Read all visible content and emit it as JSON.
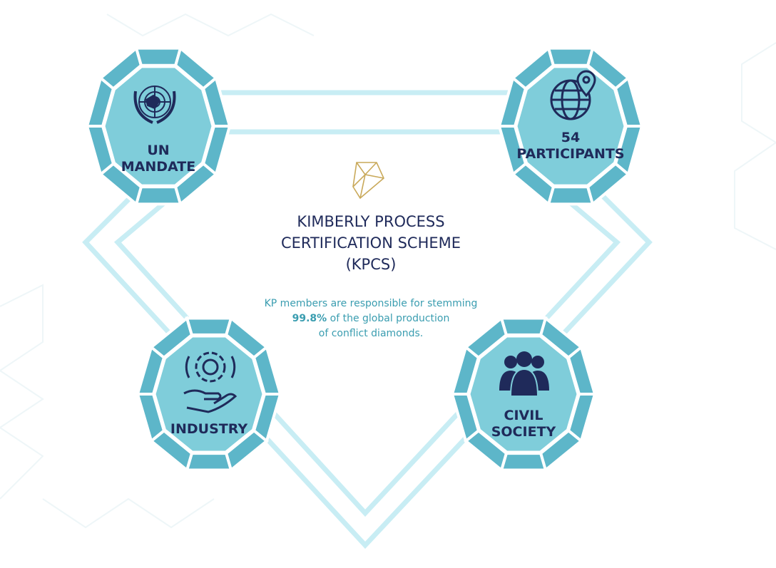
{
  "title": {
    "line1": "KIMBERLY PROCESS",
    "line2": "CERTIFICATION SCHEME",
    "line3": "(KPCS)"
  },
  "description": {
    "pre": "KP members are responsible for stemming",
    "highlight": "99.8%",
    "post": "of the global production",
    "line3": "of conflict diamonds."
  },
  "nodes": [
    {
      "id": "un",
      "line1": "UN",
      "line2": "MANDATE",
      "icon": "un-emblem-icon"
    },
    {
      "id": "participants",
      "line1": "54",
      "line2": "PARTICIPANTS",
      "icon": "globe-pin-icon"
    },
    {
      "id": "industry",
      "line1": "INDUSTRY",
      "icon": "gear-hand-icon"
    },
    {
      "id": "civil",
      "line1": "CIVIL",
      "line2": "SOCIETY",
      "icon": "people-group-icon"
    }
  ],
  "colors": {
    "ring": "#5db6c9",
    "inner": "#7fcdda",
    "text": "#1f2a5a",
    "accent": "#3a9db0",
    "lines": "#c8edf4",
    "gold": "#c9a95a"
  }
}
